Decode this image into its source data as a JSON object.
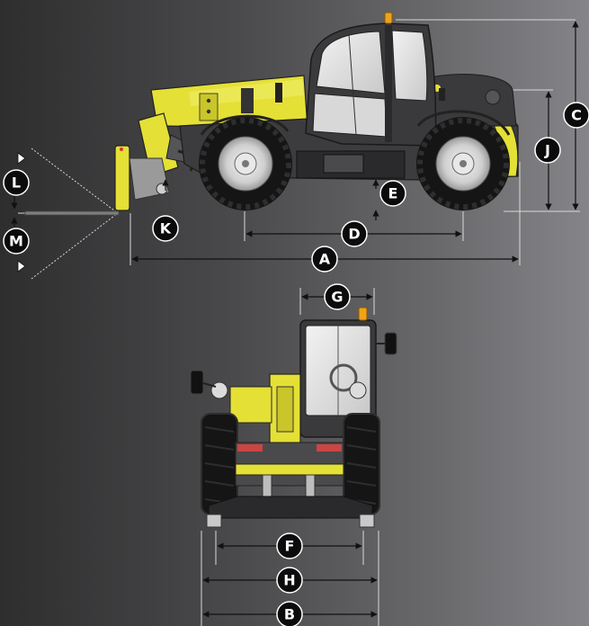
{
  "colors": {
    "machine_yellow": "#e4e036",
    "machine_dark": "#2b2b2b",
    "beacon": "#f0a21a",
    "dimension_line": "#111111",
    "badge_fill": "#0b0b0b",
    "badge_text": "#ffffff"
  },
  "dimensions": {
    "A": "A",
    "B": "B",
    "C": "C",
    "D": "D",
    "E": "E",
    "F": "F",
    "G": "G",
    "H": "H",
    "J": "J",
    "K": "K",
    "L": "L",
    "M": "M"
  }
}
